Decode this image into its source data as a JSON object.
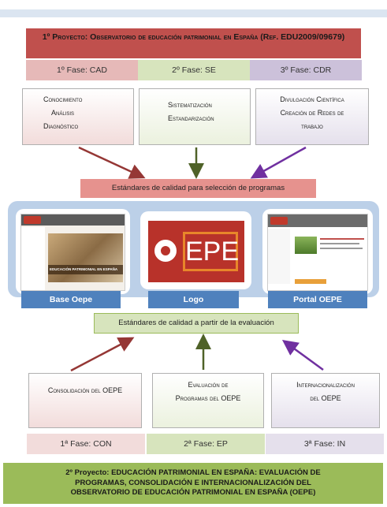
{
  "top_title": "1º Proyecto: Observatorio de educación patrimonial en España (Ref. EDU2009/09679)",
  "phases_top": [
    "1º Fase: CAD",
    "2º Fase: SE",
    "3º Fase: CDR"
  ],
  "boxes_top": [
    {
      "lines": [
        "Conocimiento",
        "Análisis",
        "Diagnóstico"
      ]
    },
    {
      "lines": [
        "Sistematización",
        "Estandarización"
      ]
    },
    {
      "lines": [
        "Divulgación Científica",
        "Creación de Redes de",
        "trabajo"
      ]
    }
  ],
  "standards_selection": "Estándares de calidad para selección de programas",
  "panels": {
    "base_label": "Base Oepe",
    "logo_label": "Logo",
    "portal_label": "Portal OEPE",
    "logo_text": "EPE",
    "base_banner": "EDUCACIÓN PATRIMONIAL EN ESPAÑA"
  },
  "standards_evaluation": "Estándares de calidad a partir de la evaluación",
  "boxes_bottom": [
    {
      "lines": [
        "Consolidación del OEPE"
      ]
    },
    {
      "lines": [
        "Evaluación de",
        "Programas del OEPE"
      ]
    },
    {
      "lines": [
        "Internacionalización",
        "del OEPE"
      ]
    }
  ],
  "phases_bottom": [
    "1ª Fase: CON",
    "2ª Fase: EP",
    "3ª Fase: IN"
  ],
  "bottom_title_lines": [
    "2º Proyecto: EDUCACIÓN PATRIMONIAL EN ESPAÑA: EVALUACIÓN DE",
    "PROGRAMAS, CONSOLIDACIÓN E INTERNACIONALIZACIÓN DEL",
    "OBSERVATORIO DE EDUCACIÓN PATRIMONIAL EN ESPAÑA (OEPE)"
  ],
  "colors": {
    "red": "#c0504d",
    "green": "#9bbb59",
    "purple": "#8064a2",
    "blue": "#4f81bd"
  }
}
